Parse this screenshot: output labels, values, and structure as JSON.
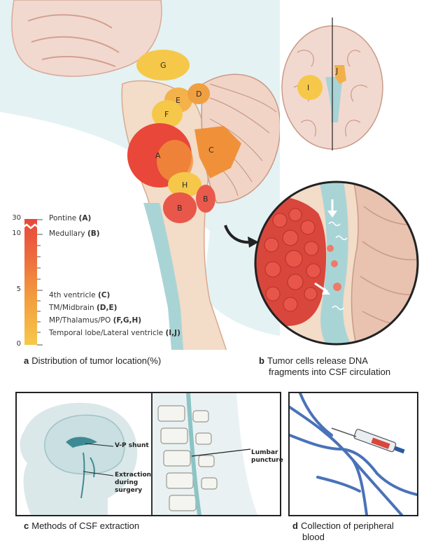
{
  "panel_a": {
    "caption_letter": "a",
    "caption_text": "Distribution of tumor location(%)",
    "ticks": [
      "30",
      "10",
      "5",
      "0"
    ],
    "legend": [
      {
        "name": "Pontine",
        "codes": "(A)"
      },
      {
        "name": "Medullary",
        "codes": "(B)"
      },
      {
        "name": "4th ventricle",
        "codes": "(C)"
      },
      {
        "name": "TM/Midbrain",
        "codes": "(D,E)"
      },
      {
        "name": "MP/Thalamus/PO",
        "codes": "(F,G,H)"
      },
      {
        "name": "Temporal lobe/Lateral ventricle",
        "codes": "(I,J)"
      }
    ],
    "regions": [
      "A",
      "B",
      "B",
      "C",
      "D",
      "E",
      "F",
      "G",
      "H",
      "I",
      "J"
    ],
    "colors": {
      "high": "#e8473a",
      "mid": "#f0913a",
      "low": "#f6c84a",
      "csf": "#a9d4d6"
    }
  },
  "panel_b": {
    "caption_letter": "b",
    "caption_line1": "Tumor cells release DNA",
    "caption_line2": "fragments into CSF circulation"
  },
  "panel_c": {
    "caption_letter": "c",
    "caption_text": "Methods of CSF extraction",
    "annotations": {
      "vp_shunt": "V-P shunt",
      "extraction_line1": "Extraction",
      "extraction_line2": "during",
      "extraction_line3": "surgery",
      "lumbar_line1": "Lumbar",
      "lumbar_line2": "puncture"
    }
  },
  "panel_d": {
    "caption_letter": "d",
    "caption_line1": "Collection of peripheral",
    "caption_line2": "blood"
  }
}
